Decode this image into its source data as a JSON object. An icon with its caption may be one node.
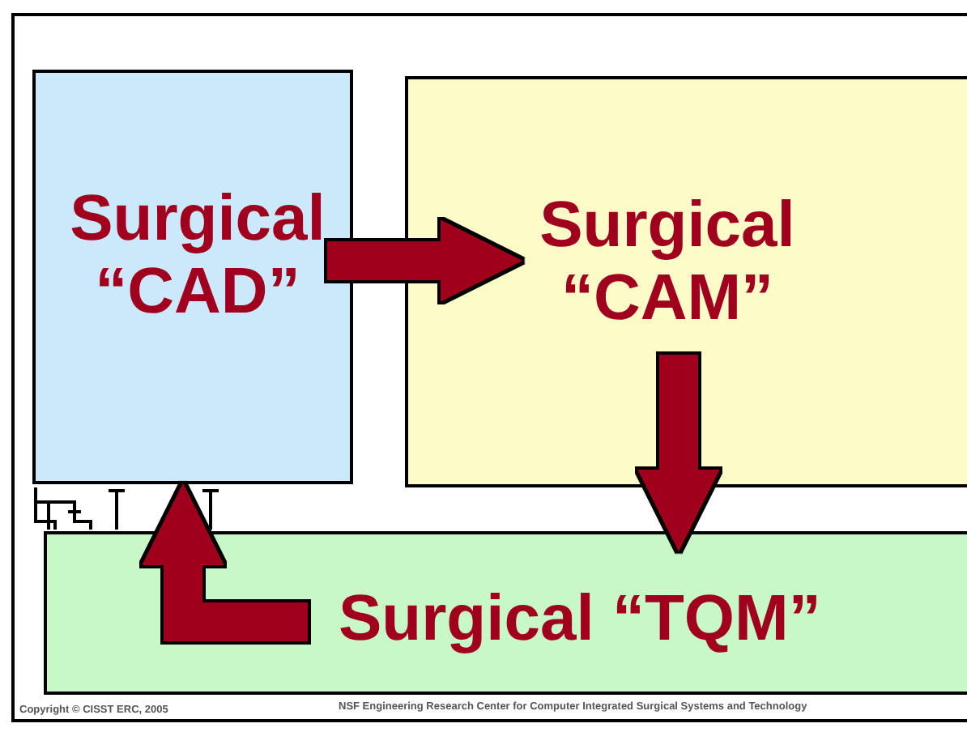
{
  "diagram": {
    "nodes": [
      {
        "text": [
          "Surgical “CAD”"
        ]
      },
      {
        "text": [
          "Surgical “CAM”"
        ]
      },
      {
        "text": [
          "Surgical “TQM”"
        ]
      }
    ],
    "edges": [
      {
        "from": 0,
        "to": 1,
        "arrow": "to"
      },
      {
        "from": 1,
        "to": 2,
        "arrow": "to"
      },
      {
        "from": 2,
        "to": 0,
        "arrow": "to"
      }
    ],
    "labels": [
      "Copyright © CISST ERC, 2005",
      "NSF Engineering Research Center for Computer Integrated Surgical Systems and Technology"
    ]
  }
}
